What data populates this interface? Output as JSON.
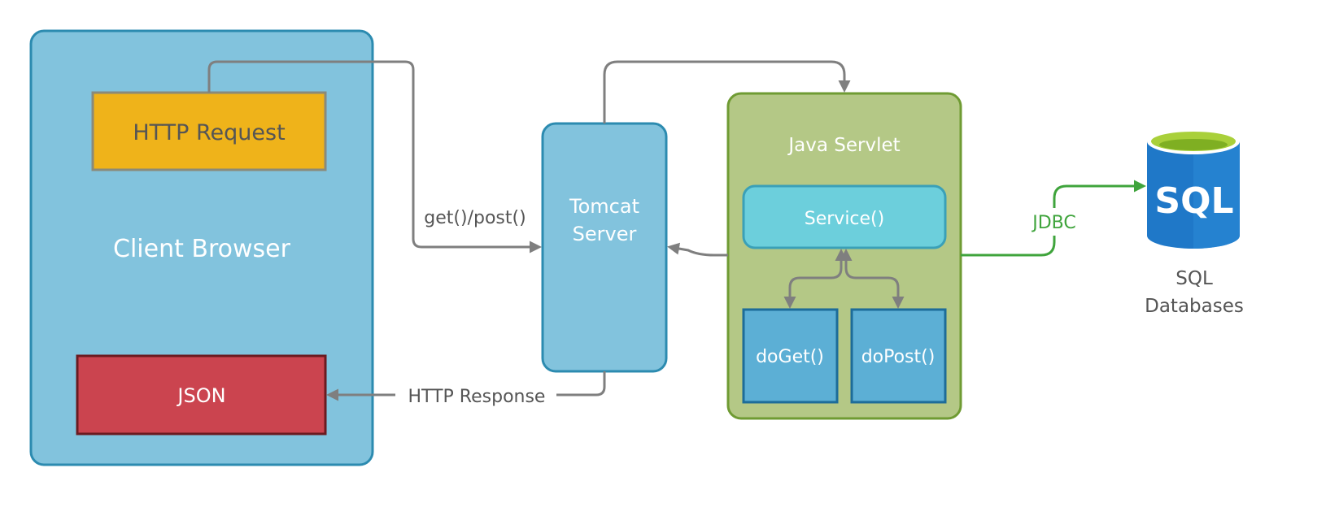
{
  "nodes": {
    "client_browser": "Client Browser",
    "http_request": "HTTP Request",
    "json": "JSON",
    "tomcat_line1": "Tomcat",
    "tomcat_line2": "Server",
    "java_servlet": "Java Servlet",
    "service": "Service()",
    "do_get": "doGet()",
    "do_post": "doPost()",
    "sql_icon": "SQL",
    "sql_line1": "SQL",
    "sql_line2": "Databases"
  },
  "edges": {
    "get_post": "get()/post()",
    "http_response": "HTTP Response",
    "jdbc": "JDBC"
  },
  "colors": {
    "client_fill": "#82c3dd",
    "client_stroke": "#2c8bb0",
    "request_fill": "#efb31a",
    "request_stroke": "#8a8a7a",
    "json_fill": "#cb444f",
    "json_stroke": "#6b1a20",
    "servlet_fill": "#b4c886",
    "servlet_stroke": "#6f9b33",
    "service_fill": "#6ccfdc",
    "method_fill": "#5cafd5",
    "method_stroke": "#1d6c99",
    "arrow_gray": "#7f7f7f",
    "jdbc_green": "#3fa43c",
    "sql_blue": "#1f78c8",
    "sql_top": "#a9d03a",
    "label_gray": "#555555"
  }
}
